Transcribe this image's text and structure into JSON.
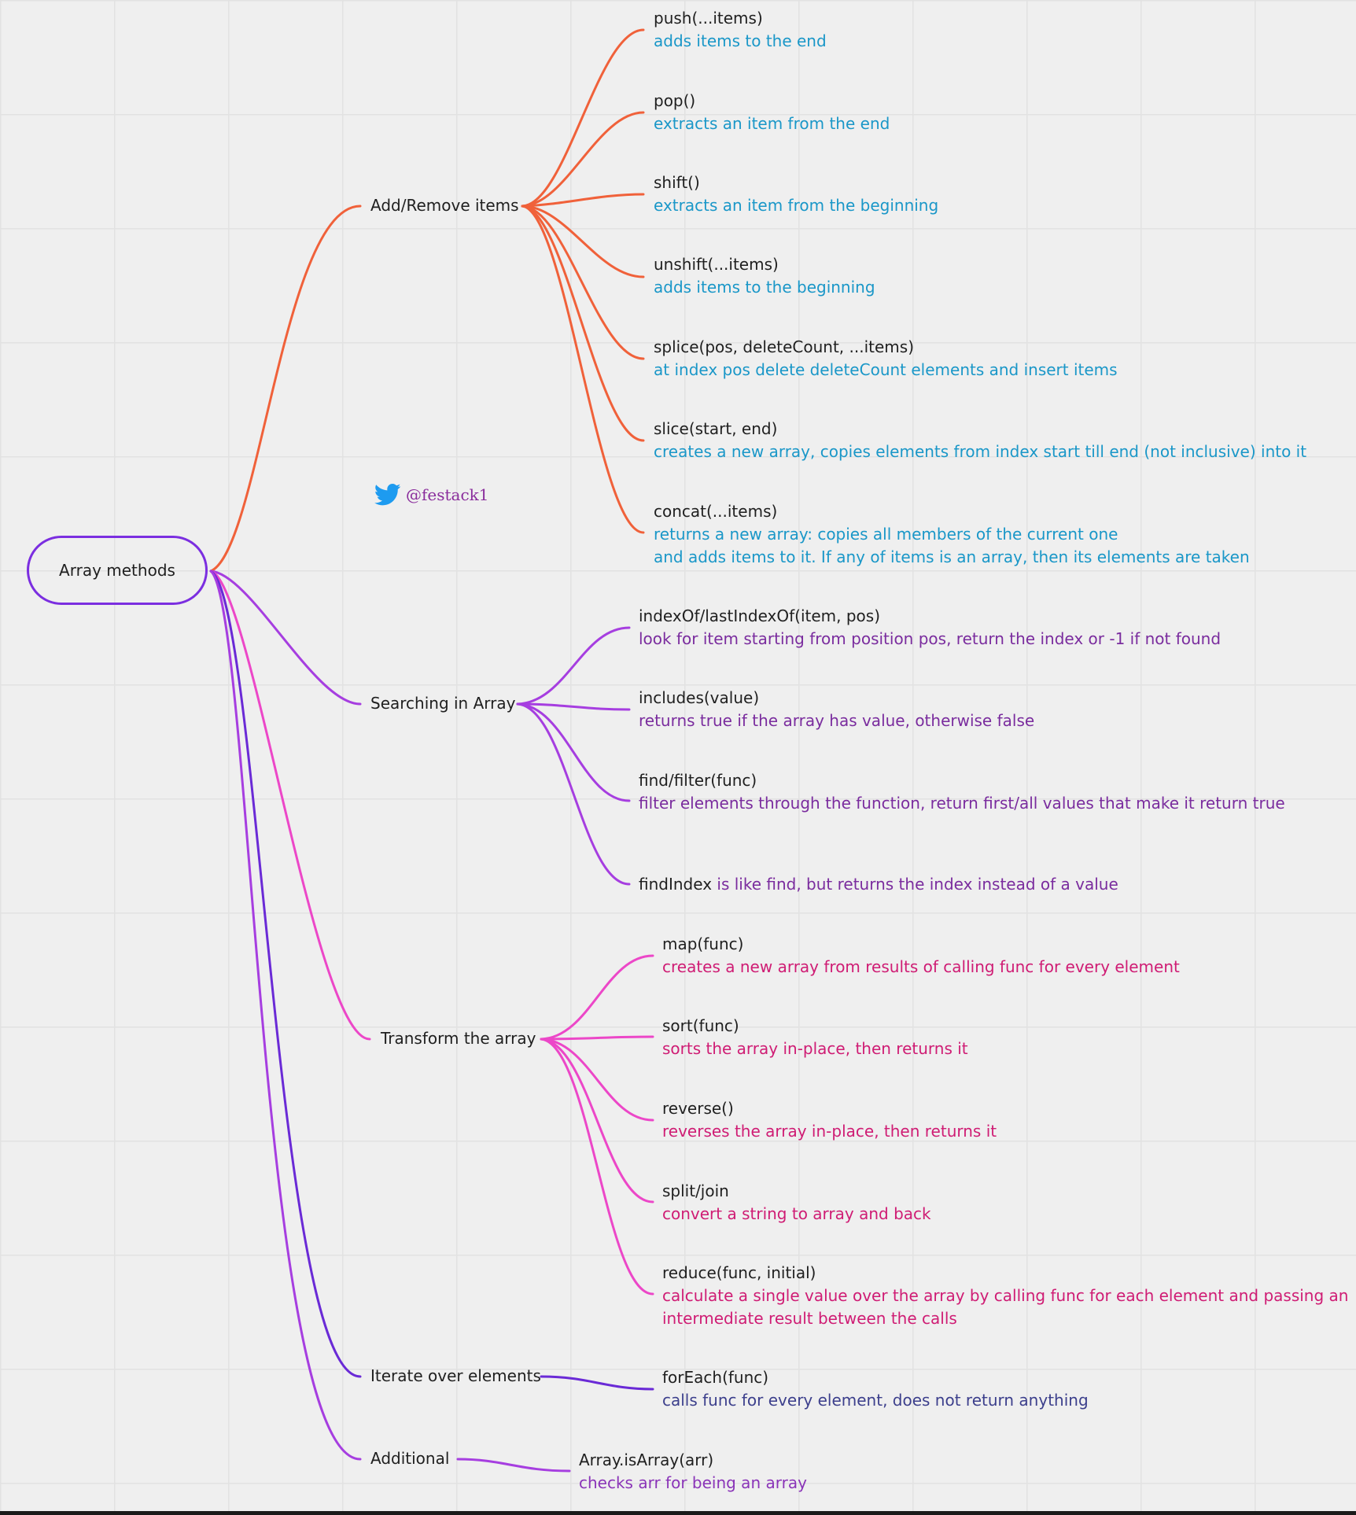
{
  "colors": {
    "root_border": "#7b2ee0",
    "add_remove": "#f0613a",
    "searching": "#a63ee0",
    "transform": "#ec47c8",
    "iterate": "#6a2ad6",
    "additional": "#a63ee0"
  },
  "root": {
    "label": "Array methods"
  },
  "handle": {
    "icon": "twitter-bird-icon",
    "text": "@festack1"
  },
  "branches": {
    "add_remove": {
      "label": "Add/Remove items",
      "items": [
        {
          "name": "push(...items)",
          "desc": "adds items to the end"
        },
        {
          "name": "pop()",
          "desc": "extracts an item from the end"
        },
        {
          "name": "shift()",
          "desc": "extracts an item from the beginning"
        },
        {
          "name": "unshift(...items)",
          "desc": "adds items to the beginning"
        },
        {
          "name": "splice(pos, deleteCount, ...items)",
          "desc": "at index pos delete deleteCount elements and insert items"
        },
        {
          "name": "slice(start, end)",
          "desc": "creates a new array, copies elements from index start till end (not inclusive) into it"
        },
        {
          "name": "concat(...items)",
          "desc": "returns a new array: copies all members of the current one",
          "desc2": "and adds items to it. If any of items is an array, then its elements are taken"
        }
      ]
    },
    "searching": {
      "label": "Searching in Array",
      "items": [
        {
          "name": "indexOf/lastIndexOf(item, pos)",
          "desc": "look for item starting from position pos, return the index or -1 if not found"
        },
        {
          "name": "includes(value)",
          "desc": "returns true if the array has value, otherwise false"
        },
        {
          "name": "find/filter(func)",
          "desc": "filter elements through the function, return first/all values that make it return true"
        },
        {
          "name": "findIndex",
          "desc": "is like find, but returns the index instead of a value"
        }
      ]
    },
    "transform": {
      "label": "Transform the array",
      "items": [
        {
          "name": "map(func)",
          "desc": "creates a new array from results of calling func for every element"
        },
        {
          "name": "sort(func)",
          "desc": "sorts the array in-place, then returns it"
        },
        {
          "name": "reverse()",
          "desc": "reverses the array in-place, then returns it"
        },
        {
          "name": "split/join",
          "desc": "convert a string to array and back"
        },
        {
          "name": "reduce(func, initial)",
          "desc": "calculate a single value over the array by calling func for each element and passing an",
          "desc2": "intermediate result between the calls"
        }
      ]
    },
    "iterate": {
      "label": "Iterate over elements",
      "items": [
        {
          "name": "forEach(func)",
          "desc": "calls func for every element, does not return anything"
        }
      ]
    },
    "additional": {
      "label": "Additional",
      "items": [
        {
          "name": "Array.isArray(arr)",
          "desc": "checks arr for being an array"
        }
      ]
    }
  }
}
